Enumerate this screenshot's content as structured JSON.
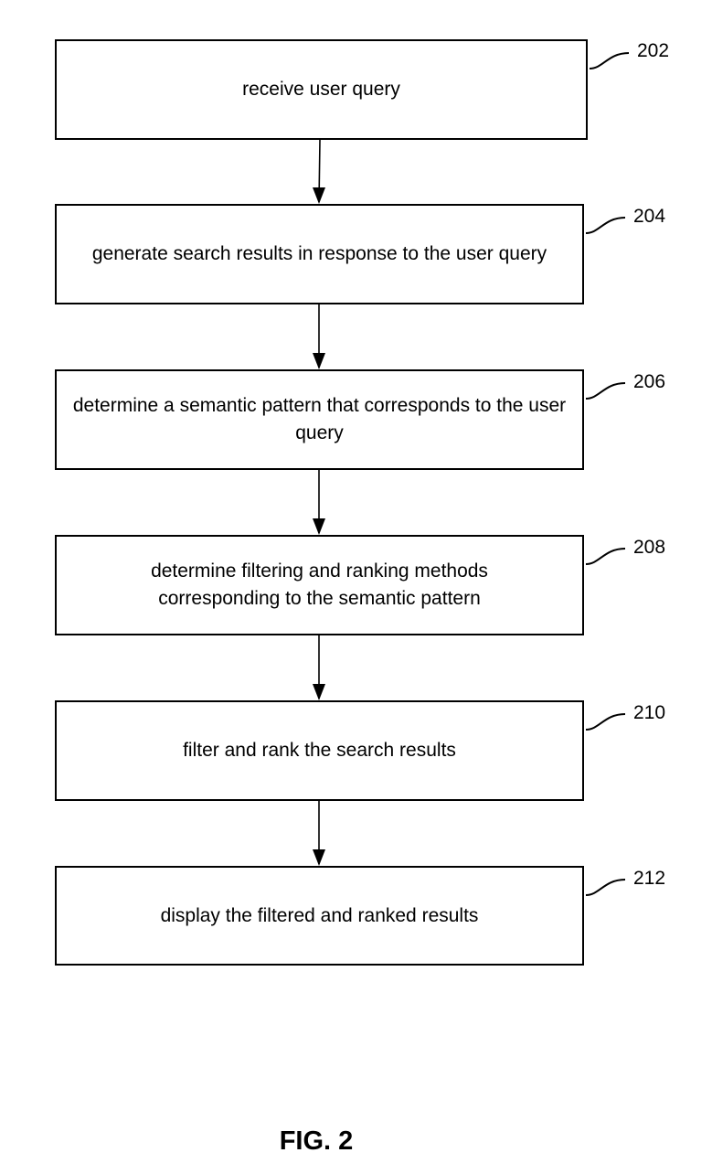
{
  "steps": [
    {
      "ref": "202",
      "text": "receive user query"
    },
    {
      "ref": "204",
      "text": "generate search results in response to the user query"
    },
    {
      "ref": "206",
      "text": "determine a semantic pattern that corresponds to the user query"
    },
    {
      "ref": "208",
      "text": "determine filtering and ranking methods corresponding to the semantic pattern"
    },
    {
      "ref": "210",
      "text": "filter and rank the search results"
    },
    {
      "ref": "212",
      "text": "display the filtered and ranked results"
    }
  ],
  "caption": "FIG. 2"
}
